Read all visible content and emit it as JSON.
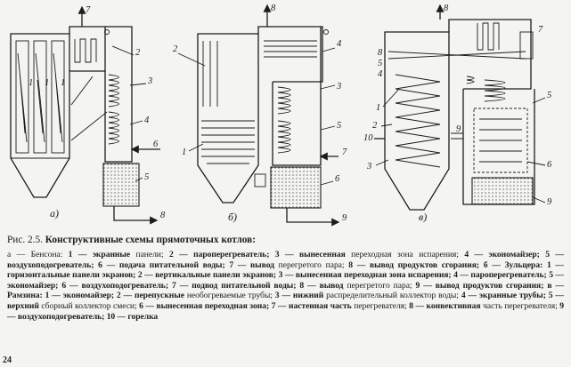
{
  "figure": {
    "panels": [
      {
        "label": "а)",
        "callouts": [
          "7",
          "2",
          "3",
          "4",
          "6",
          "5",
          "8",
          "1",
          "1",
          "1"
        ]
      },
      {
        "label": "б)",
        "callouts": [
          "8",
          "2",
          "4",
          "3",
          "5",
          "1",
          "7",
          "6",
          "9"
        ]
      },
      {
        "label": "в)",
        "callouts": [
          "8",
          "7",
          "8",
          "5",
          "4",
          "1",
          "2",
          "10",
          "9",
          "3",
          "5",
          "6",
          "9"
        ]
      }
    ]
  },
  "caption": {
    "figure_number": "Рис. 2.5.",
    "title": "Конструктивные схемы прямоточных котлов:"
  },
  "legend": [
    {
      "text": "а — Бенсона: "
    },
    {
      "text": "1 — экранные",
      "bold": true
    },
    {
      "text": " панели; "
    },
    {
      "text": "2 — пароперегреватель;",
      "bold": true
    },
    {
      "text": " "
    },
    {
      "text": "3 — вынесенная",
      "bold": true
    },
    {
      "text": " переходная зона испарения; "
    },
    {
      "text": "4 — экономайзер;",
      "bold": true
    },
    {
      "text": " "
    },
    {
      "text": "5 — воздухоподогреватель;",
      "bold": true
    },
    {
      "text": " "
    },
    {
      "text": "6 — подача питательной воды;",
      "bold": true
    },
    {
      "text": " "
    },
    {
      "text": "7 — вывод",
      "bold": true
    },
    {
      "text": " перегретого пара; "
    },
    {
      "text": "8 — вывод продуктов сгорания;",
      "bold": true
    },
    {
      "text": " "
    },
    {
      "text": "б — Зульцера:",
      "bold": true
    },
    {
      "text": " "
    },
    {
      "text": "1 — горизонтальные панели экранов;",
      "bold": true
    },
    {
      "text": " "
    },
    {
      "text": "2 — вертикальные панели экранов;",
      "bold": true
    },
    {
      "text": " "
    },
    {
      "text": "3 — вынесенная переходная зона испарения;",
      "bold": true
    },
    {
      "text": " "
    },
    {
      "text": "4 — пароперегреватель;",
      "bold": true
    },
    {
      "text": " "
    },
    {
      "text": "5 — экономайзер;",
      "bold": true
    },
    {
      "text": " "
    },
    {
      "text": "6 — воздухоподогреватель;",
      "bold": true
    },
    {
      "text": " "
    },
    {
      "text": "7 — подвод питательной воды;",
      "bold": true
    },
    {
      "text": " "
    },
    {
      "text": "8 — вывод",
      "bold": true
    },
    {
      "text": " перегретого пара; "
    },
    {
      "text": "9 — вывод продуктов сгорания;",
      "bold": true
    },
    {
      "text": " "
    },
    {
      "text": "в — Рамзина:",
      "bold": true
    },
    {
      "text": " "
    },
    {
      "text": "1 — экономайзер;",
      "bold": true
    },
    {
      "text": " "
    },
    {
      "text": "2 — перепускные",
      "bold": true
    },
    {
      "text": " необогреваемые трубы; "
    },
    {
      "text": "3 — нижний",
      "bold": true
    },
    {
      "text": " распределительный коллектор воды; "
    },
    {
      "text": "4 — экранные трубы;",
      "bold": true
    },
    {
      "text": " "
    },
    {
      "text": "5 — верхний",
      "bold": true
    },
    {
      "text": " сборный коллектор смеси; "
    },
    {
      "text": "6 — вынесенная переходная зона;",
      "bold": true
    },
    {
      "text": " "
    },
    {
      "text": "7 — настенная часть",
      "bold": true
    },
    {
      "text": " перегревателя; "
    },
    {
      "text": "8 — конвективная",
      "bold": true
    },
    {
      "text": " часть перегревателя; "
    },
    {
      "text": "9 — воздухоподогреватель;",
      "bold": true
    },
    {
      "text": " "
    },
    {
      "text": "10 — горелка",
      "bold": true
    }
  ],
  "page_number": "24"
}
